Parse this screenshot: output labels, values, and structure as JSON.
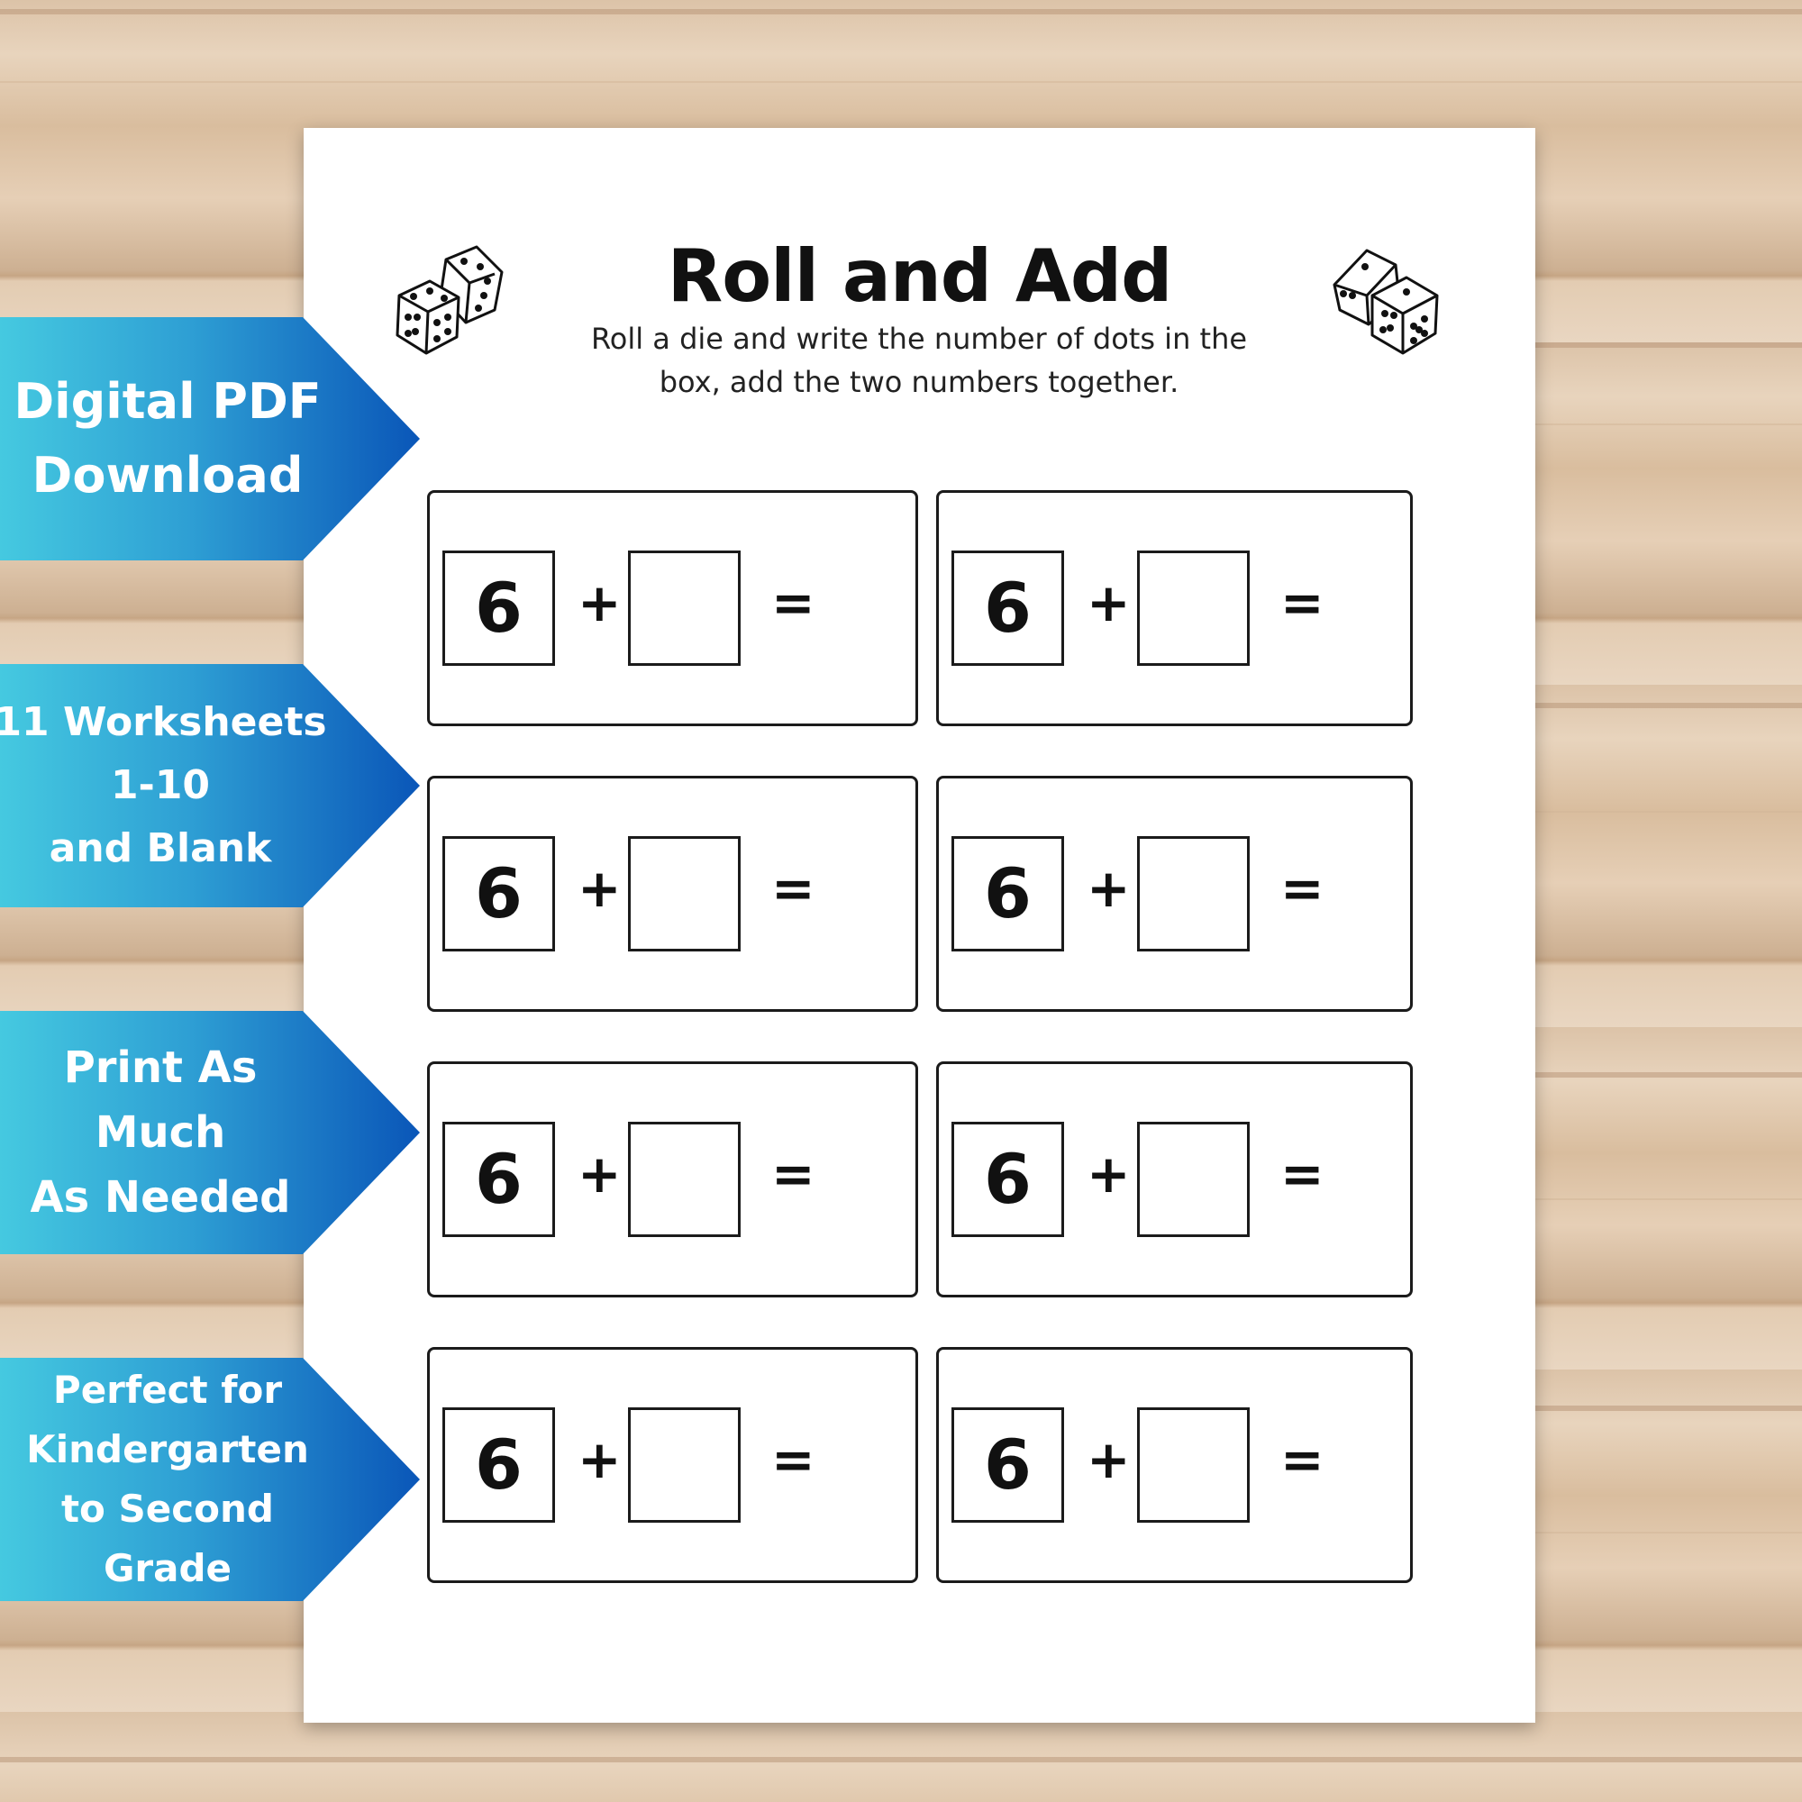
{
  "worksheet": {
    "title": "Roll and Add",
    "instructions_line1": "Roll a die and write the number of dots in the",
    "instructions_line2": "box, add the two numbers together.",
    "problems": [
      {
        "first": "6",
        "plus": "+",
        "equals": "="
      },
      {
        "first": "6",
        "plus": "+",
        "equals": "="
      },
      {
        "first": "6",
        "plus": "+",
        "equals": "="
      },
      {
        "first": "6",
        "plus": "+",
        "equals": "="
      },
      {
        "first": "6",
        "plus": "+",
        "equals": "="
      },
      {
        "first": "6",
        "plus": "+",
        "equals": "="
      },
      {
        "first": "6",
        "plus": "+",
        "equals": "="
      },
      {
        "first": "6",
        "plus": "+",
        "equals": "="
      }
    ]
  },
  "banners": [
    {
      "lines": [
        "Digital PDF",
        "Download"
      ]
    },
    {
      "lines": [
        "11 Worksheets",
        "1-10",
        "and Blank"
      ]
    },
    {
      "lines": [
        "Print As Much",
        "As Needed"
      ]
    },
    {
      "lines": [
        "Perfect for",
        "Kindergarten",
        "to Second",
        "Grade"
      ]
    }
  ],
  "icons": {
    "dice_left": "dice-pair-icon",
    "dice_right": "dice-pair-icon"
  },
  "colors": {
    "banner_light": "#45c9e0",
    "banner_dark": "#0a56b8",
    "sheet": "#ffffff",
    "ink": "#111111"
  }
}
